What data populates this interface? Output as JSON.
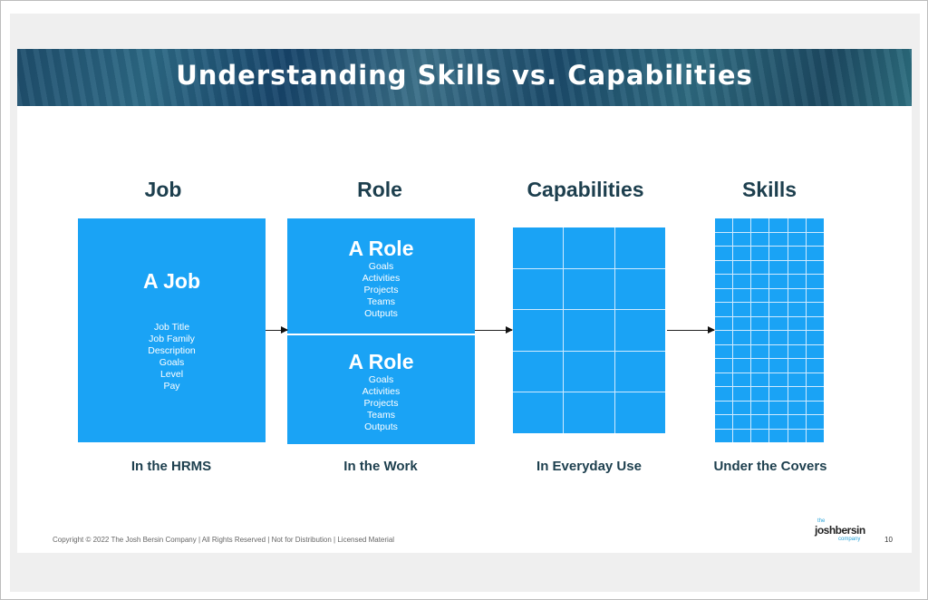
{
  "slide": {
    "title": "Understanding Skills vs. Capabilities",
    "columns": [
      {
        "header": "Job",
        "footer": "In the HRMS"
      },
      {
        "header": "Role",
        "footer": "In the Work"
      },
      {
        "header": "Capabilities",
        "footer": "In Everyday Use"
      },
      {
        "header": "Skills",
        "footer": "Under the Covers"
      }
    ],
    "job_box": {
      "title": "A Job",
      "items": [
        "Job Title",
        "Job Family",
        "Description",
        "Goals",
        "Level",
        "Pay"
      ]
    },
    "role_boxes": [
      {
        "title": "A Role",
        "items": [
          "Goals",
          "Activities",
          "Projects",
          "Teams",
          "Outputs"
        ]
      },
      {
        "title": "A Role",
        "items": [
          "Goals",
          "Activities",
          "Projects",
          "Teams",
          "Outputs"
        ]
      }
    ],
    "capabilities_grid": {
      "cols": 3,
      "rows": 5
    },
    "skills_grid": {
      "cols": 6,
      "rows": 16
    },
    "copyright": "Copyright © 2022 The Josh Bersin Company | All Rights Reserved | Not for Distribution | Licensed Material",
    "logo": {
      "the": "the",
      "name": "joshbersin",
      "company": "company"
    },
    "page_number": "10",
    "colors": {
      "box": "#1aa3f5",
      "heading": "#1d3f4e"
    }
  }
}
